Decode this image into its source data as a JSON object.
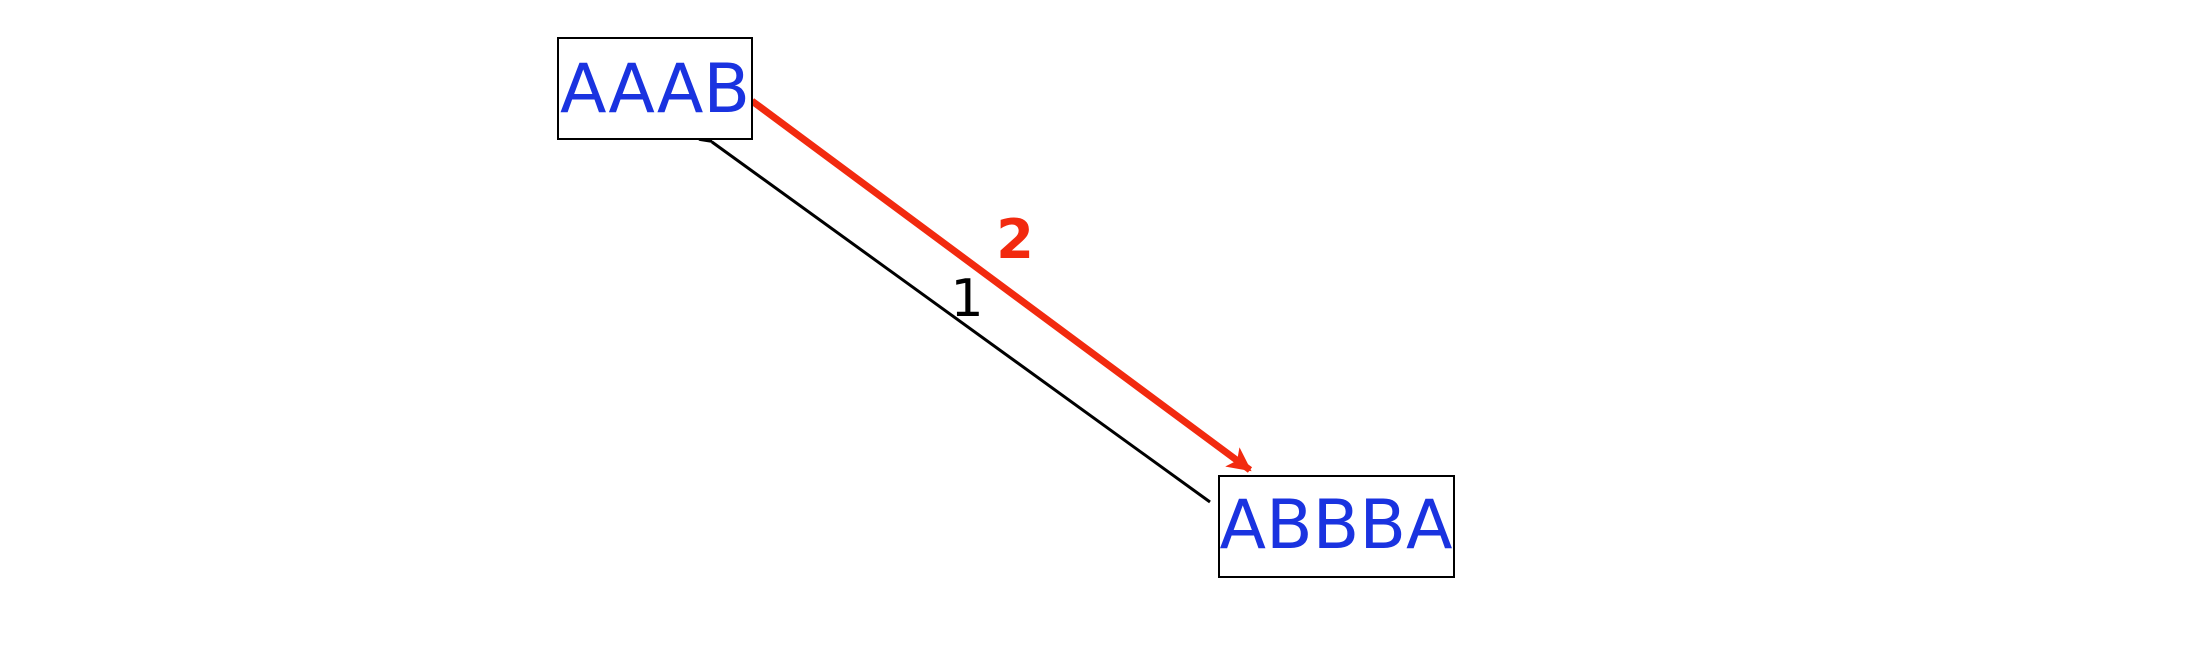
{
  "diagram": {
    "nodes": [
      {
        "id": "aaab",
        "label": "AAAB"
      },
      {
        "id": "abbba",
        "label": "ABBBA"
      }
    ],
    "edges": [
      {
        "id": "edge-1",
        "label": "1",
        "from": "abbba",
        "to": "aaab"
      },
      {
        "id": "edge-2",
        "label": "2",
        "from": "aaab",
        "to": "abbba"
      }
    ]
  },
  "colors": {
    "node_text": "#1a33e0",
    "edge_1": "#000000",
    "edge_2": "#f22a0f",
    "edge_2_label": "#f22a0f"
  }
}
